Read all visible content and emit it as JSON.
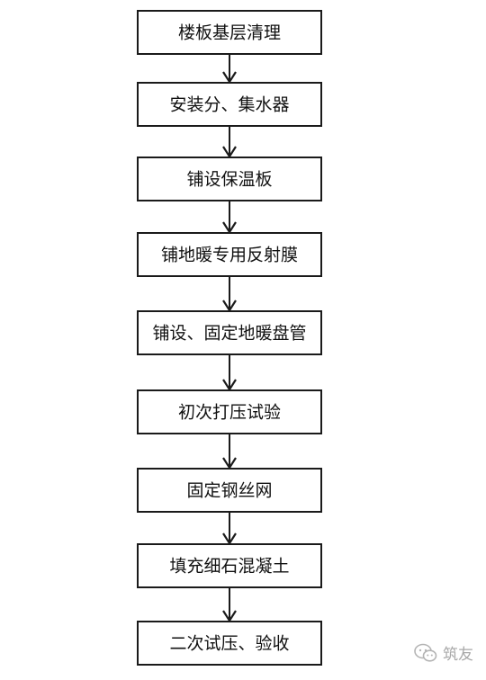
{
  "flowchart": {
    "steps": [
      {
        "label": "楼板基层清理"
      },
      {
        "label": "安装分、集水器"
      },
      {
        "label": "铺设保温板"
      },
      {
        "label": "铺地暖专用反射膜"
      },
      {
        "label": "铺设、固定地暖盘管"
      },
      {
        "label": "初次打压试验"
      },
      {
        "label": "固定钢丝网"
      },
      {
        "label": "填充细石混凝土"
      },
      {
        "label": "二次试压、验收"
      }
    ]
  },
  "watermark": {
    "icon": "wechat-icon",
    "text": "筑友"
  }
}
